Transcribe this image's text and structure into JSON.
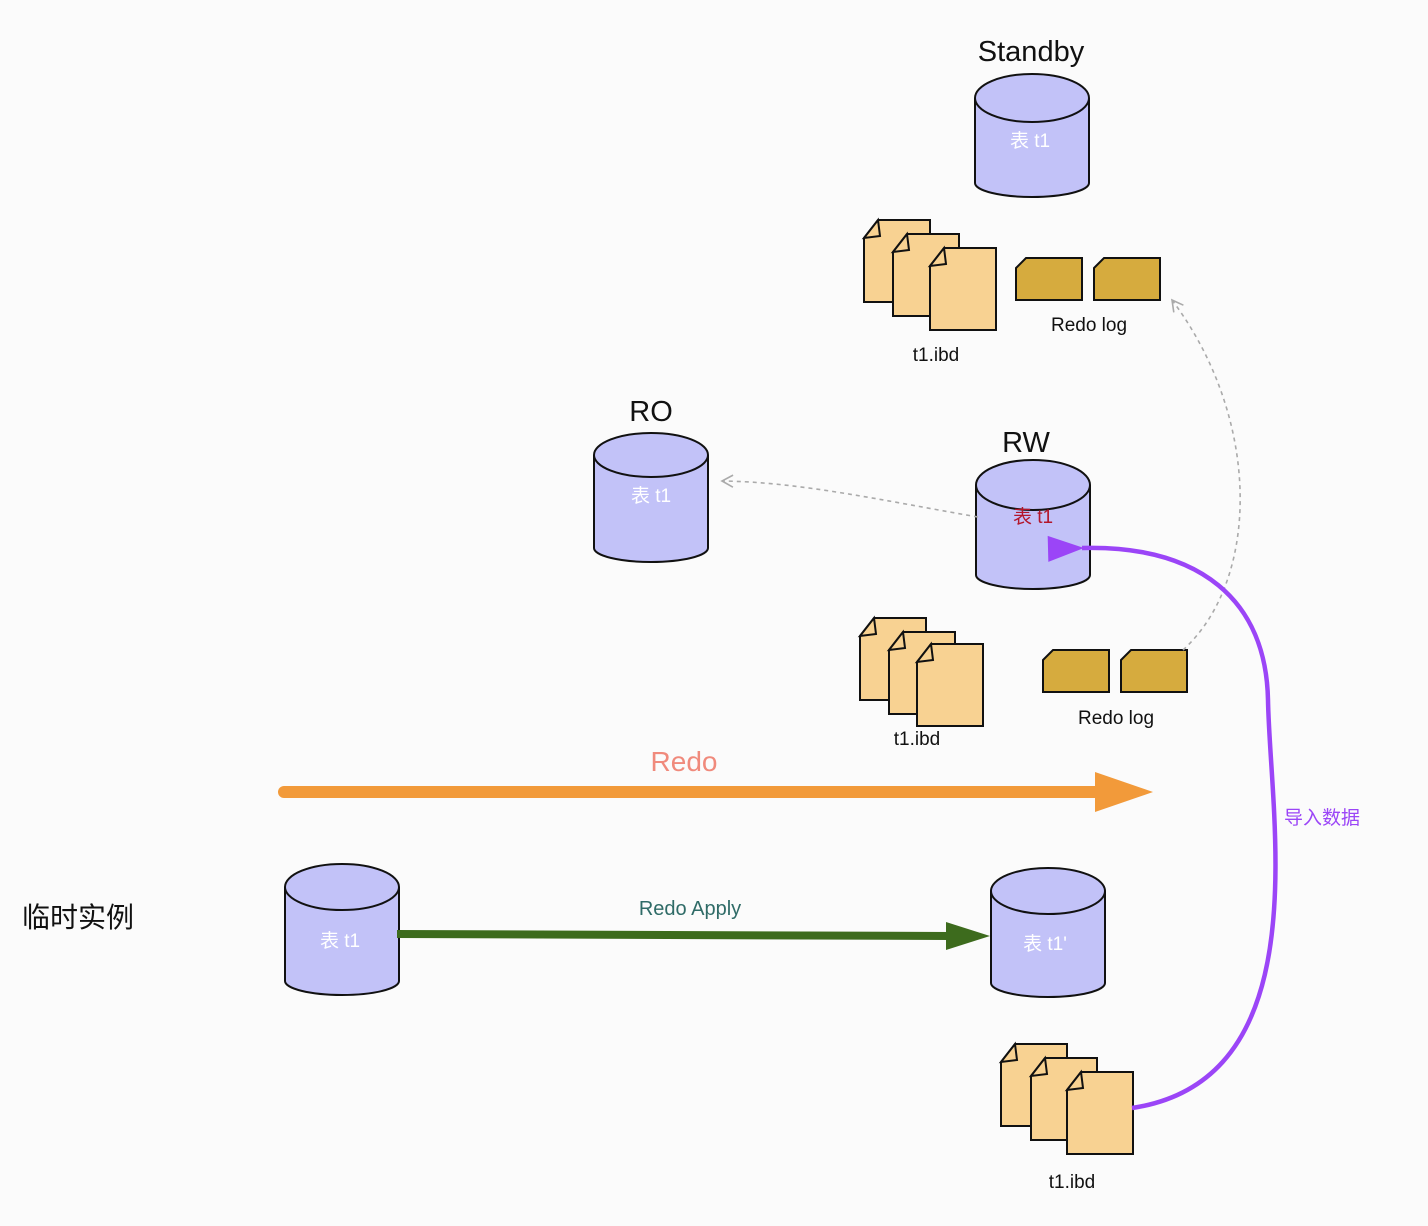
{
  "nodes": {
    "standby": {
      "title": "Standby",
      "table": "表 t1",
      "file": "t1.ibd",
      "log": "Redo log"
    },
    "ro": {
      "title": "RO",
      "table": "表 t1"
    },
    "rw": {
      "title": "RW",
      "table": "表 t1",
      "file": "t1.ibd",
      "log": "Redo log"
    },
    "temp": {
      "title": "临时实例",
      "source_table": "表 t1",
      "target_table": "表 t1'",
      "file": "t1.ibd"
    }
  },
  "edges": {
    "redo": {
      "label": "Redo",
      "color": "#f29a3a"
    },
    "redo_apply": {
      "label": "Redo Apply",
      "color": "#3d6b1d"
    },
    "import": {
      "label": "导入数据",
      "color": "#9b45f7"
    },
    "replication": {
      "color": "#aaaaaa"
    }
  }
}
